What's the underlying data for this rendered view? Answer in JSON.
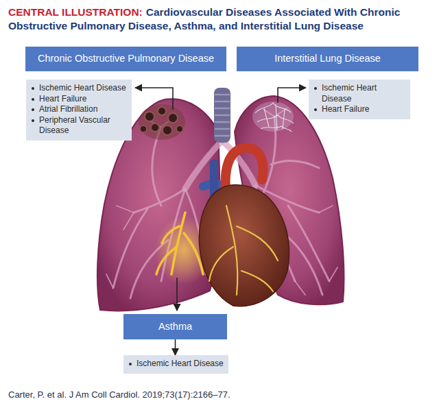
{
  "diagram": {
    "title": "Cardiovascular Diseases Associated With Chronic Obstructive Pulmonary Disease, Asthma, and Interstitial Lung Disease",
    "caption": "Carter, P. et al. J Am Coll Cardiol. 2019;73(17):2166–77.",
    "nodes": [
      {
        "text": [
          "Chronic Obstructive Pulmonary Disease"
        ]
      },
      {
        "text": [
          "Ischemic Heart Disease",
          "Heart Failure",
          "Atrial Fibrillation",
          "Peripheral Vascular Disease"
        ]
      },
      {
        "text": [
          "Interstitial Lung Disease"
        ]
      },
      {
        "text": [
          "Ischemic Heart Disease",
          "Heart Failure"
        ]
      },
      {
        "text": [
          "Asthma"
        ]
      },
      {
        "text": [
          "Ischemic Heart Disease"
        ]
      }
    ],
    "edges": [
      {
        "from": 4,
        "to": 5,
        "arrow": "to"
      }
    ],
    "labels": [
      "CENTRAL ILLUSTRATION:"
    ]
  }
}
